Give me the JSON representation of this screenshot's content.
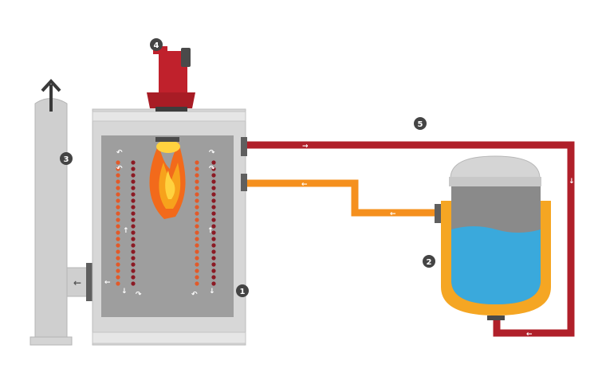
{
  "labels": {
    "heater": "1",
    "tank": "2",
    "chimney": "3",
    "burner": "4",
    "supply_pipe": "5"
  },
  "arrows": {
    "right": "→",
    "left": "←",
    "down": "↓",
    "up": "↑",
    "turn_ccw": "↶",
    "turn_cw": "↷"
  },
  "colors": {
    "hot_pipe": "#b0202a",
    "return_pipe": "#f5901e",
    "water": "#3aa9dc",
    "jacket": "#f5a623",
    "burner": "#c0212c",
    "shell": "#c9c9c9",
    "badge": "#444444"
  },
  "tank_levels": {
    "water_fill": 0.5
  }
}
